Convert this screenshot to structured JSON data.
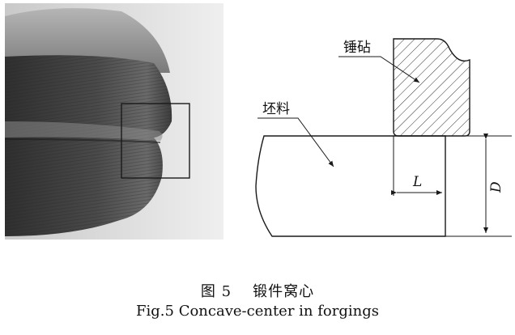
{
  "diagram": {
    "labels": {
      "anvil": "锤砧",
      "blank": "坯料",
      "dim_L": "L",
      "dim_D": "D"
    }
  },
  "caption": {
    "cn_number": "图 5",
    "cn_title": "锻件窝心",
    "en": "Fig.5 Concave-center in forgings"
  },
  "colors": {
    "line": "#1a1a1a",
    "photo_dark": "#3a3a3a",
    "photo_light": "#c8c8c8",
    "background": "#ffffff"
  }
}
